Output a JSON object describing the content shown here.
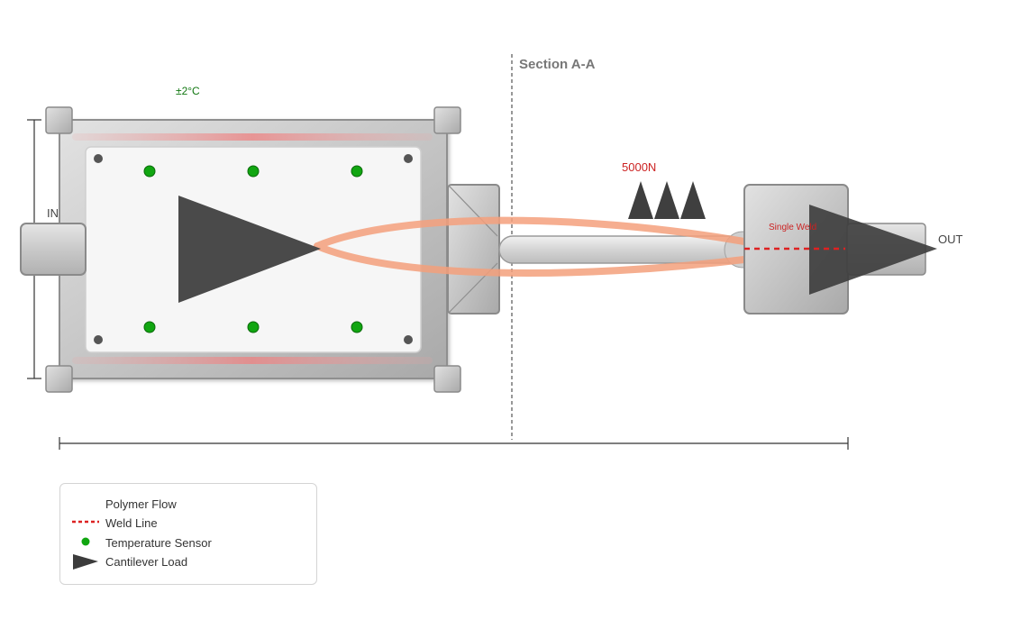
{
  "labels": {
    "section": "Section A-A",
    "temperature_tolerance": "±2°C",
    "inlet": "IN",
    "outlet": "OUT",
    "load": "5000N",
    "weld": "Single Weld"
  },
  "legend": {
    "items": [
      {
        "label": "Polymer Flow"
      },
      {
        "label": "Weld Line"
      },
      {
        "label": "Temperature Sensor"
      },
      {
        "label": "Cantilever Load"
      }
    ]
  },
  "colors": {
    "flow": "#f4a07c",
    "weld": "#dd2222",
    "sensor": "#11a611",
    "load": "#444444",
    "label_red": "#cc2222",
    "label_green": "#117711"
  }
}
